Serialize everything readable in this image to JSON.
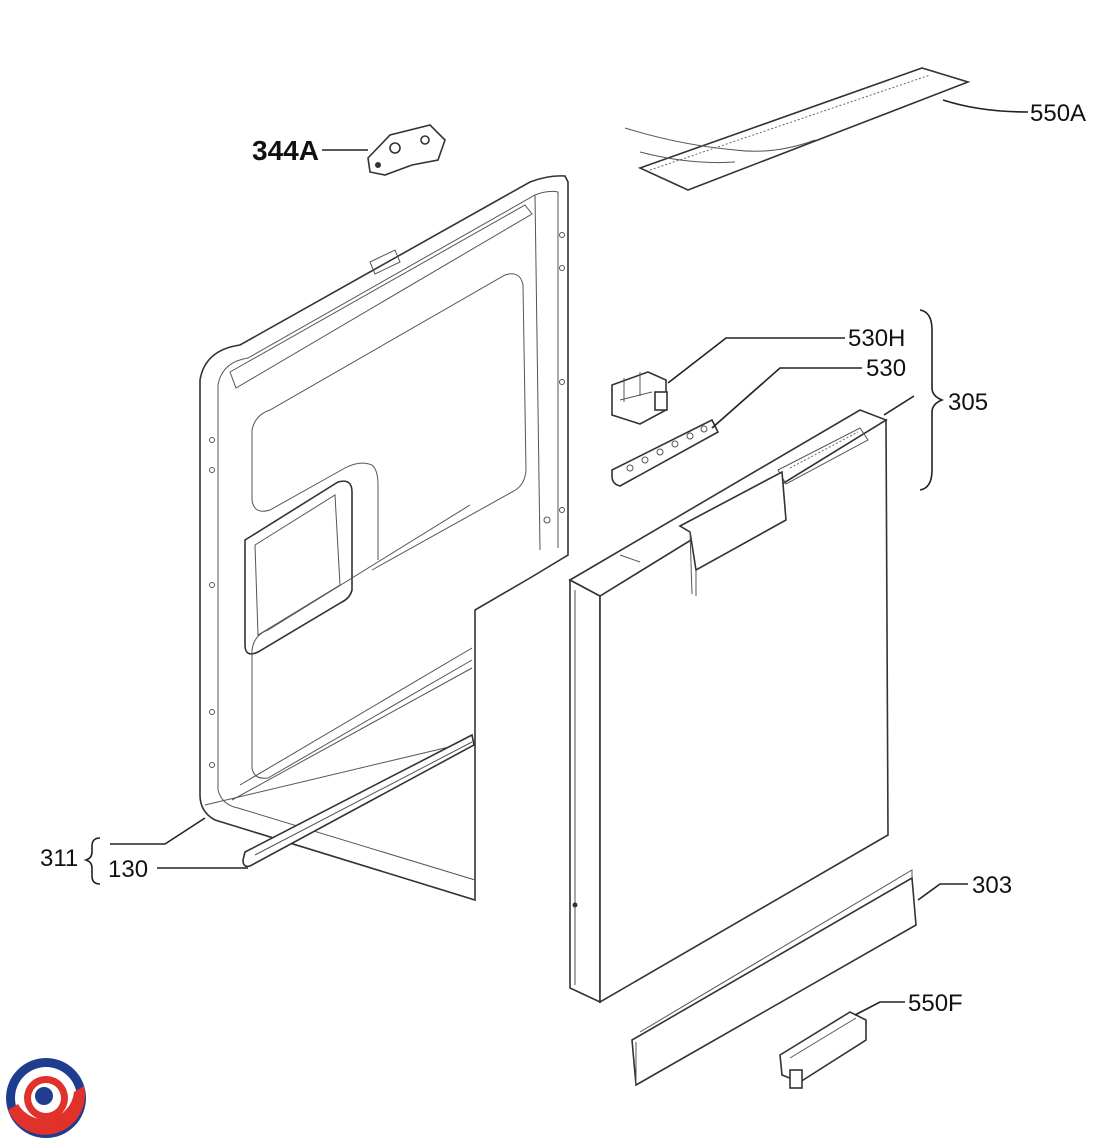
{
  "labels": {
    "l344a": "344A",
    "l550a": "550A",
    "l530h": "530H",
    "l530": "530",
    "l305": "305",
    "l311": "311",
    "l130": "130",
    "l303": "303",
    "l550f": "550F"
  },
  "colors": {
    "line": "#222222",
    "logo_blue": "#1f3d8f",
    "logo_red": "#e0312b"
  },
  "icons": {
    "logo": "brand-swirl-logo"
  }
}
